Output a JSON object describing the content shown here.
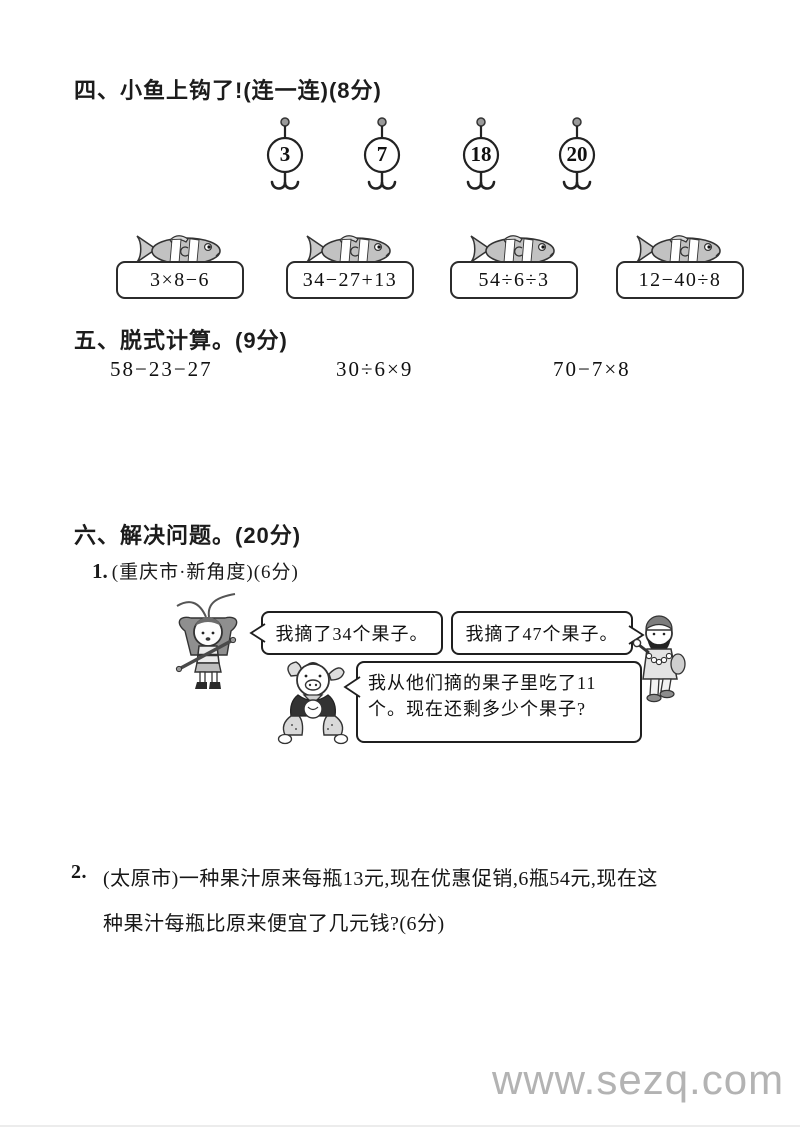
{
  "worksheet": {
    "section4": {
      "title": "四、小鱼上钩了!(连一连)(8分)",
      "hooks": [
        "3",
        "7",
        "18",
        "20"
      ],
      "fish_expressions": [
        "3×8−6",
        "34−27+13",
        "54÷6÷3",
        "12−40÷8"
      ]
    },
    "section5": {
      "title": "五、脱式计算。(9分)",
      "expressions": [
        "58−23−27",
        "30÷6×9",
        "70−7×8"
      ]
    },
    "section6": {
      "title": "六、解决问题。(20分)",
      "problem1": {
        "number": "1.",
        "source": "(重庆市·新角度)(6分)",
        "monkey_bubble": "我摘了34个果子。",
        "monk_bubble": "我摘了47个果子。",
        "pig_bubble_lines": [
          "我从他们摘的果子里吃了11",
          "个。现在还剩多少个果子?"
        ]
      },
      "problem2": {
        "number": "2.",
        "lines": [
          "(太原市)一种果汁原来每瓶13元,现在优惠促销,6瓶54元,现在这",
          "种果汁每瓶比原来便宜了几元钱?(6分)"
        ]
      }
    },
    "watermark": "www.sezq.com",
    "icons": {
      "hook": "fish-hook-icon",
      "fish": "fish-icon",
      "characters": [
        "monkey-king-illustration",
        "pig-illustration",
        "monk-illustration"
      ]
    }
  }
}
